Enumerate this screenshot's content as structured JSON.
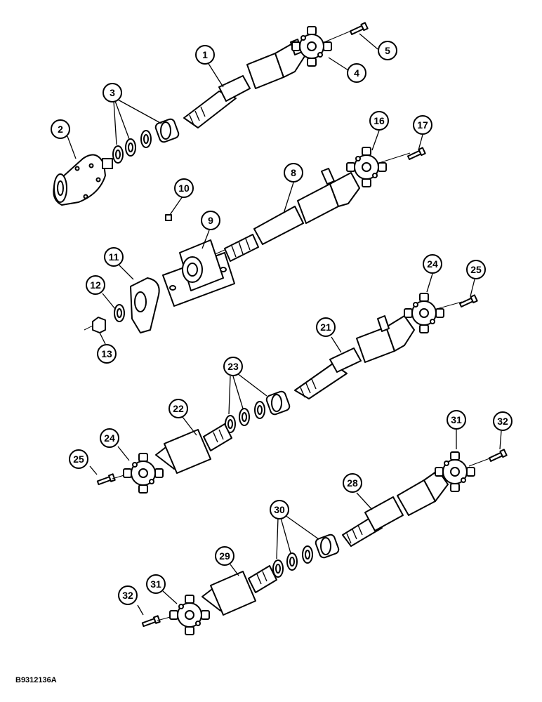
{
  "drawing_ref": "B9312136A",
  "callouts": [
    {
      "id": "c1",
      "label": "1"
    },
    {
      "id": "c2",
      "label": "2"
    },
    {
      "id": "c3",
      "label": "3"
    },
    {
      "id": "c4",
      "label": "4"
    },
    {
      "id": "c5",
      "label": "5"
    },
    {
      "id": "c8",
      "label": "8"
    },
    {
      "id": "c9",
      "label": "9"
    },
    {
      "id": "c10",
      "label": "10"
    },
    {
      "id": "c11",
      "label": "11"
    },
    {
      "id": "c12",
      "label": "12"
    },
    {
      "id": "c13",
      "label": "13"
    },
    {
      "id": "c16",
      "label": "16"
    },
    {
      "id": "c17",
      "label": "17"
    },
    {
      "id": "c21",
      "label": "21"
    },
    {
      "id": "c22",
      "label": "22"
    },
    {
      "id": "c23",
      "label": "23"
    },
    {
      "id": "c24a",
      "label": "24"
    },
    {
      "id": "c24b",
      "label": "24"
    },
    {
      "id": "c25a",
      "label": "25"
    },
    {
      "id": "c25b",
      "label": "25"
    },
    {
      "id": "c28",
      "label": "28"
    },
    {
      "id": "c29",
      "label": "29"
    },
    {
      "id": "c30",
      "label": "30"
    },
    {
      "id": "c31a",
      "label": "31"
    },
    {
      "id": "c31b",
      "label": "31"
    },
    {
      "id": "c32a",
      "label": "32"
    },
    {
      "id": "c32b",
      "label": "32"
    }
  ]
}
